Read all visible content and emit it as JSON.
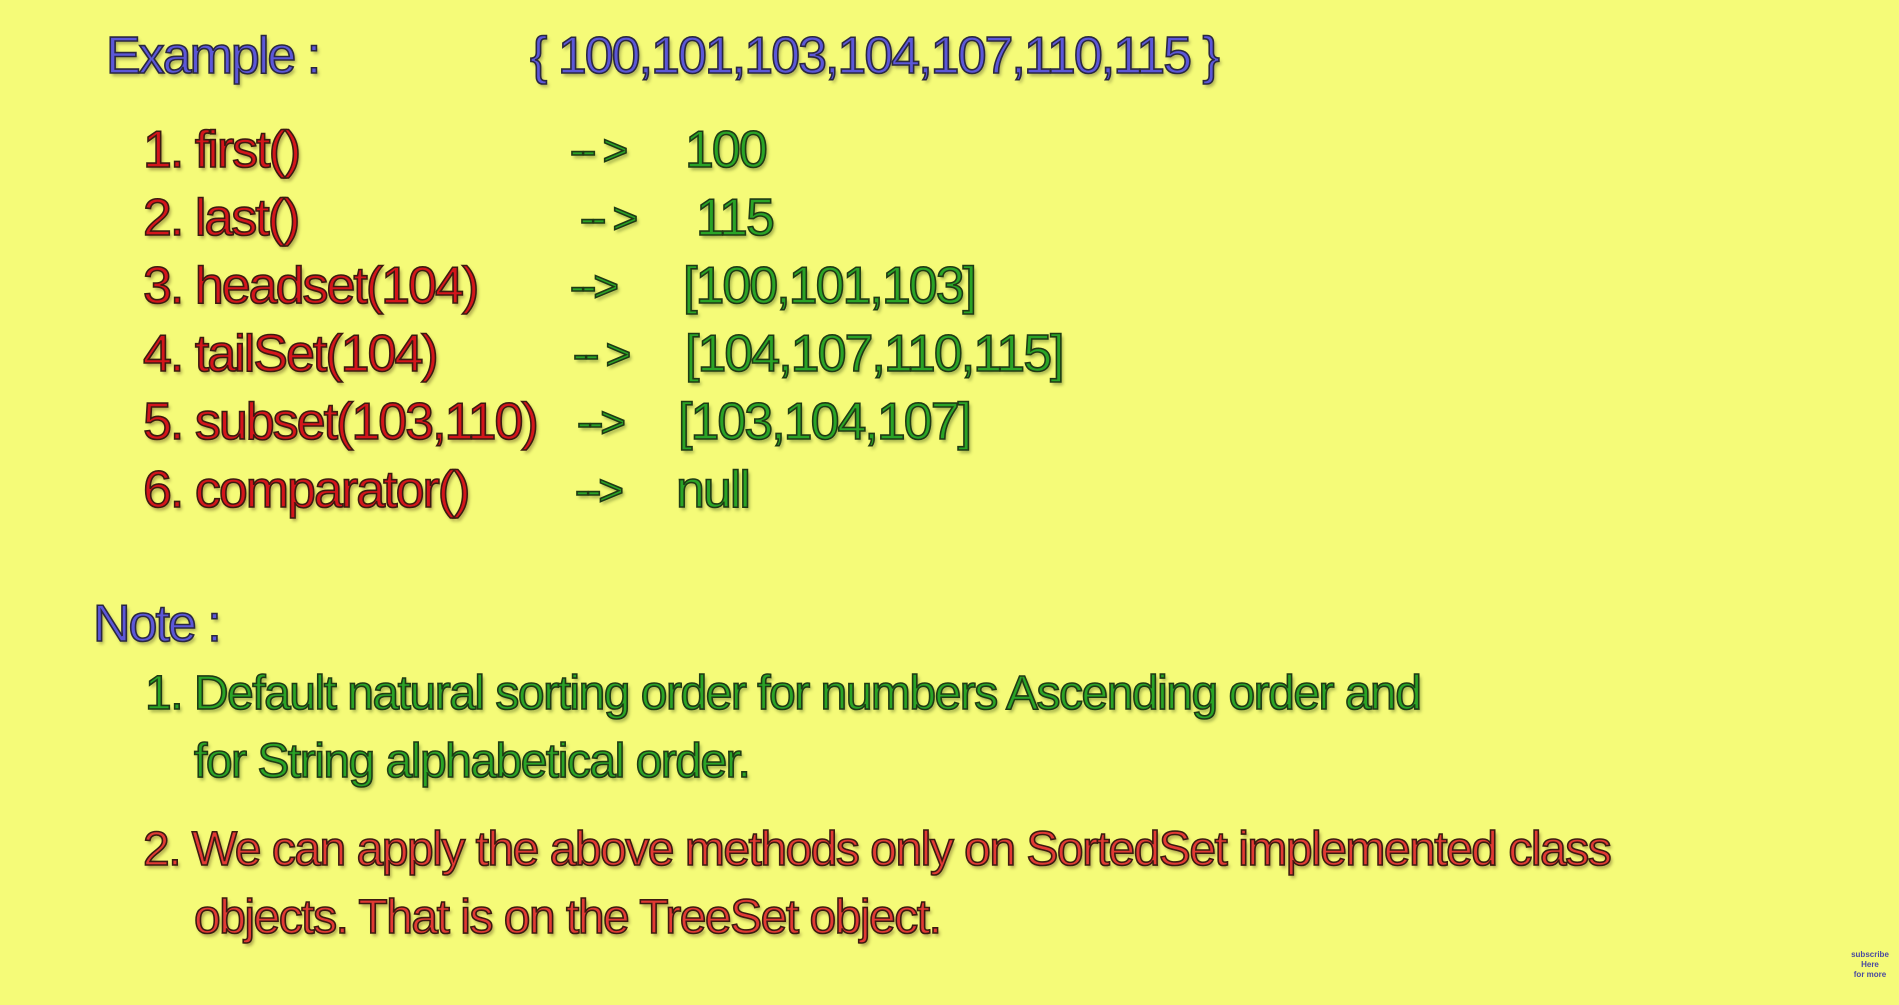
{
  "example": {
    "label": "Example :",
    "set": "{ 100,101,103,104,107,110,115 }"
  },
  "methods": [
    {
      "name": "1. first()",
      "arrow": "-- >",
      "result": "100"
    },
    {
      "name": "2. last()",
      "arrow": "-- >",
      "result": "115"
    },
    {
      "name": "3. headset(104)",
      "arrow": "-->",
      "result": "[100,101,103]"
    },
    {
      "name": "4. tailSet(104)",
      "arrow": "-- >",
      "result": "[104,107,110,115]"
    },
    {
      "name": "5. subset(103,110)",
      "arrow": "-->",
      "result": "[103,104,107]"
    },
    {
      "name": "6. comparator()",
      "arrow": "-->",
      "result": "null"
    }
  ],
  "note": {
    "label": "Note :",
    "items": [
      {
        "line1": "1. Default natural sorting order for numbers Ascending order and",
        "line2": "for String alphabetical order."
      },
      {
        "line1": "2. We can apply the above methods only on SortedSet implemented class",
        "line2": "objects. That is on the TreeSet object."
      }
    ]
  },
  "subscribe": {
    "line1": "subscribe",
    "line2": "Here",
    "line3": "for more"
  },
  "colors": {
    "background": "#f5fb78",
    "heading": "#5c57d8",
    "method": "#d4151b",
    "result": "#2aa426",
    "note_red": "#e23a34"
  }
}
